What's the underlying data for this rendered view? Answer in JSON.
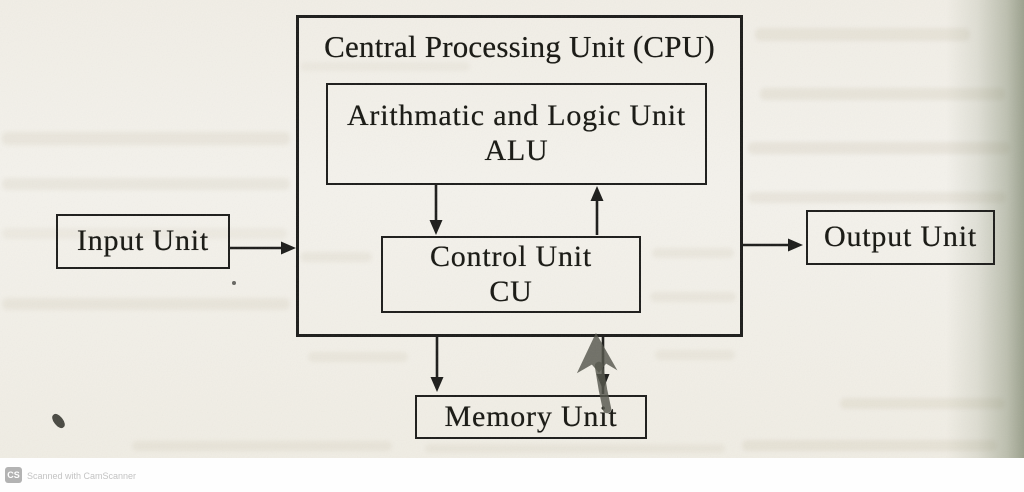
{
  "diagram": {
    "cpu_title": "Central Processing Unit (CPU)",
    "alu_line1": "Arithmatic and Logic Unit",
    "alu_line2": "ALU",
    "cu_line1": "Control Unit",
    "cu_line2": "CU",
    "input_label": "Input Unit",
    "output_label": "Output Unit",
    "memory_label": "Memory Unit",
    "connections": [
      {
        "from": "Input Unit",
        "to": "CPU",
        "style": "printed-arrow"
      },
      {
        "from": "CPU",
        "to": "Output Unit",
        "style": "printed-arrow"
      },
      {
        "from": "ALU",
        "to": "Control Unit",
        "style": "printed-arrow"
      },
      {
        "from": "Control Unit",
        "to": "ALU",
        "style": "printed-arrow"
      },
      {
        "from": "CPU",
        "to": "Memory Unit",
        "style": "printed-arrow"
      },
      {
        "from": "CPU",
        "to": "Memory Unit",
        "style": "printed-arrow"
      },
      {
        "from": "Memory Unit",
        "to": "CPU",
        "style": "hand-drawn-arrow"
      }
    ]
  },
  "watermark": {
    "badge": "CS",
    "text": "Scanned with CamScanner"
  },
  "colors": {
    "ink": "#1c1c1a",
    "paper": "#f2efe7",
    "scan_shadow": "#6c7560",
    "hand_annotation": "#54554b",
    "watermark_gray": "#c3c3c3"
  }
}
